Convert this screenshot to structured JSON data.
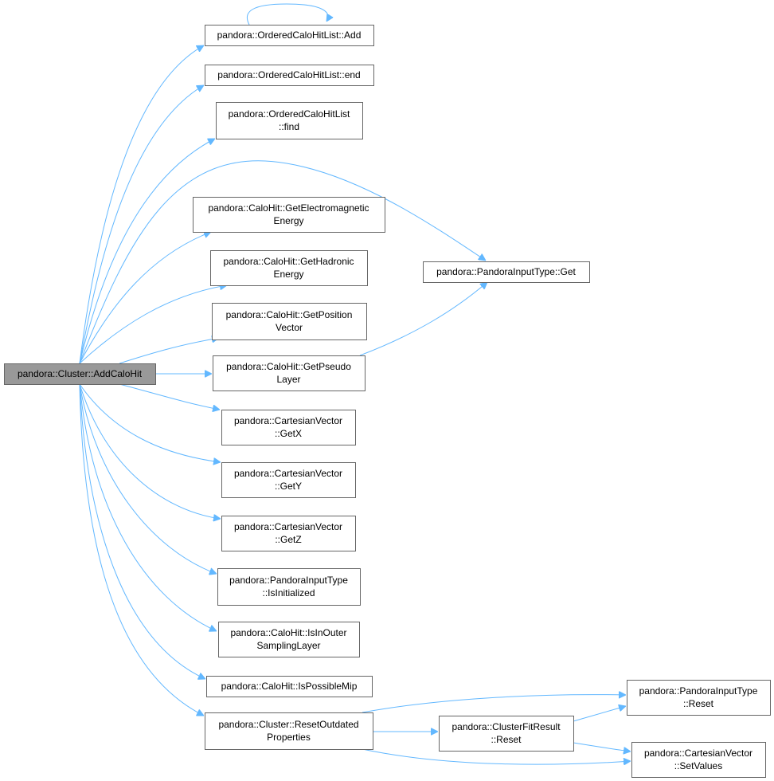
{
  "nodes": [
    {
      "id": "root",
      "lines": [
        "pandora::Cluster::AddCaloHit"
      ],
      "root": true
    },
    {
      "id": "add",
      "lines": [
        "pandora::OrderedCaloHitList::Add"
      ]
    },
    {
      "id": "end",
      "lines": [
        "pandora::OrderedCaloHitList::end"
      ]
    },
    {
      "id": "find",
      "lines": [
        "pandora::OrderedCaloHitList",
        "::find"
      ]
    },
    {
      "id": "gem",
      "lines": [
        "pandora::CaloHit::GetElectromagnetic",
        "Energy"
      ]
    },
    {
      "id": "ghad",
      "lines": [
        "pandora::CaloHit::GetHadronic",
        "Energy"
      ]
    },
    {
      "id": "gpos",
      "lines": [
        "pandora::CaloHit::GetPosition",
        "Vector"
      ]
    },
    {
      "id": "gpseudo",
      "lines": [
        "pandora::CaloHit::GetPseudo",
        "Layer"
      ]
    },
    {
      "id": "getx",
      "lines": [
        "pandora::CartesianVector",
        "::GetX"
      ]
    },
    {
      "id": "gety",
      "lines": [
        "pandora::CartesianVector",
        "::GetY"
      ]
    },
    {
      "id": "getz",
      "lines": [
        "pandora::CartesianVector",
        "::GetZ"
      ]
    },
    {
      "id": "isinit",
      "lines": [
        "pandora::PandoraInputType",
        "::IsInitialized"
      ]
    },
    {
      "id": "isouter",
      "lines": [
        "pandora::CaloHit::IsInOuter",
        "SamplingLayer"
      ]
    },
    {
      "id": "ismip",
      "lines": [
        "pandora::CaloHit::IsPossibleMip"
      ]
    },
    {
      "id": "reset",
      "lines": [
        "pandora::Cluster::ResetOutdated",
        "Properties"
      ]
    },
    {
      "id": "pget",
      "lines": [
        "pandora::PandoraInputType::Get"
      ]
    },
    {
      "id": "preset",
      "lines": [
        "pandora::PandoraInputType",
        "::Reset"
      ]
    },
    {
      "id": "cfreset",
      "lines": [
        "pandora::ClusterFitResult",
        "::Reset"
      ]
    },
    {
      "id": "setval",
      "lines": [
        "pandora::CartesianVector",
        "::SetValues"
      ]
    }
  ],
  "edges": [
    [
      "root",
      "add"
    ],
    [
      "root",
      "end"
    ],
    [
      "root",
      "find"
    ],
    [
      "root",
      "pget"
    ],
    [
      "root",
      "gem"
    ],
    [
      "root",
      "ghad"
    ],
    [
      "root",
      "gpos"
    ],
    [
      "root",
      "gpseudo"
    ],
    [
      "root",
      "getx"
    ],
    [
      "root",
      "gety"
    ],
    [
      "root",
      "getz"
    ],
    [
      "root",
      "isinit"
    ],
    [
      "root",
      "isouter"
    ],
    [
      "root",
      "ismip"
    ],
    [
      "root",
      "reset"
    ],
    [
      "add",
      "add"
    ],
    [
      "gpseudo",
      "pget"
    ],
    [
      "reset",
      "preset"
    ],
    [
      "reset",
      "cfreset"
    ],
    [
      "reset",
      "setval"
    ],
    [
      "cfreset",
      "preset"
    ],
    [
      "cfreset",
      "setval"
    ]
  ],
  "colors": {
    "edge": "#63b8ff",
    "root_fill": "#999999",
    "box_stroke": "#666666"
  }
}
